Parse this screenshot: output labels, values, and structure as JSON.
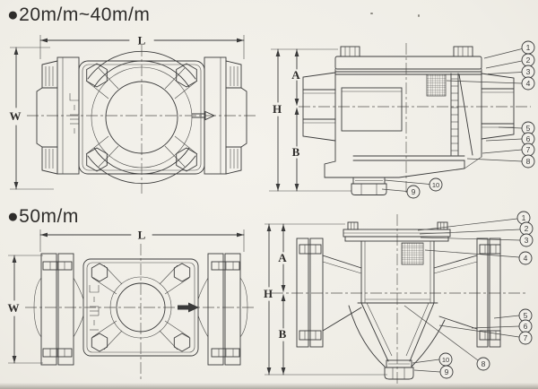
{
  "colors": {
    "background": "#f1efe9",
    "line": "#3a3a3a",
    "text": "#2e2c2a"
  },
  "section_top": {
    "title": "●20m/m~40m/m",
    "front_view": {
      "dim_length": "L",
      "dim_width": "W"
    },
    "side_view": {
      "dim_top": "A",
      "dim_height": "H",
      "dim_bottom": "B",
      "callouts": [
        "1",
        "2",
        "3",
        "4",
        "5",
        "6",
        "7",
        "8",
        "9",
        "10"
      ]
    }
  },
  "section_bottom": {
    "title": "●50m/m",
    "front_view": {
      "dim_length": "L",
      "dim_width": "W"
    },
    "side_view": {
      "dim_top": "A",
      "dim_height": "H",
      "dim_bottom": "B",
      "callouts": [
        "1",
        "2",
        "3",
        "4",
        "5",
        "6",
        "7",
        "8",
        "9",
        "10"
      ]
    }
  }
}
